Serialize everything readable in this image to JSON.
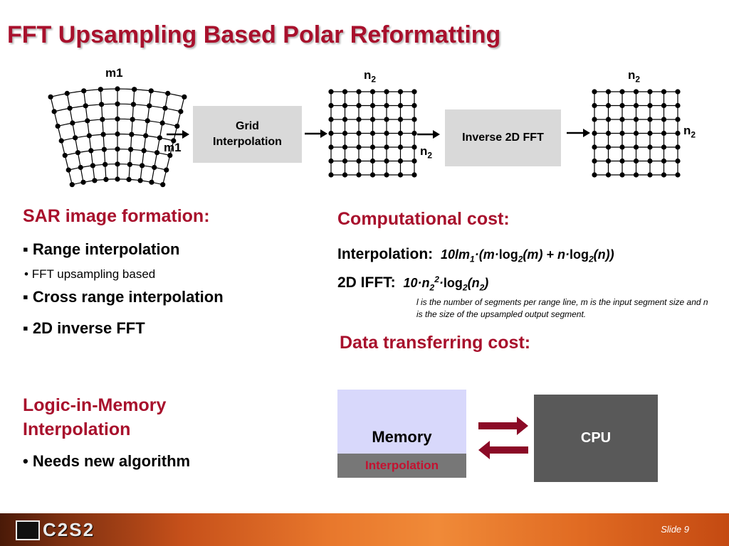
{
  "title": "FFT Upsampling Based Polar Reformatting",
  "diagram": {
    "polar_top_label": "m1",
    "polar_side_label": "m1",
    "grid_box": "Grid Interpolation",
    "grid1_top_label": "n",
    "grid1_top_sub": "2",
    "grid1_side_label": "n",
    "grid1_side_sub": "2",
    "fft_box": "Inverse 2D FFT",
    "grid2_top_label": "n",
    "grid2_top_sub": "2",
    "grid2_side_label": "n",
    "grid2_side_sub": "2"
  },
  "sar": {
    "heading": "SAR image formation:",
    "bullets": [
      {
        "marker": "▪ ",
        "text": "Range interpolation"
      },
      {
        "marker": "•  ",
        "text": "FFT upsampling based"
      },
      {
        "marker": "▪ ",
        "text": "Cross range interpolation"
      },
      {
        "marker": "▪ ",
        "text": "2D inverse FFT"
      }
    ]
  },
  "lim": {
    "heading_line1": "Logic-in-Memory",
    "heading_line2": "Interpolation",
    "bullet_marker": "• ",
    "bullet": "Needs new algorithm"
  },
  "cost": {
    "heading": "Computational cost:",
    "interp_label": "Interpolation:",
    "ifft_label": "2D IFFT:",
    "note": "l is the number of segments per range line, m is the input segment size and n is the size of the upsampled output segment."
  },
  "transfer": {
    "heading": "Data transferring cost:",
    "memory": "Memory",
    "interpolation": "Interpolation",
    "cpu": "CPU"
  },
  "footer": {
    "logo": "C2S2",
    "slide": "Slide 9"
  },
  "colors": {
    "accent": "#a8102c",
    "box_gray": "#d9d9d9",
    "memory_fill": "#d8d8fb",
    "cpu_fill": "#595959",
    "arrow": "#8b0a26"
  }
}
